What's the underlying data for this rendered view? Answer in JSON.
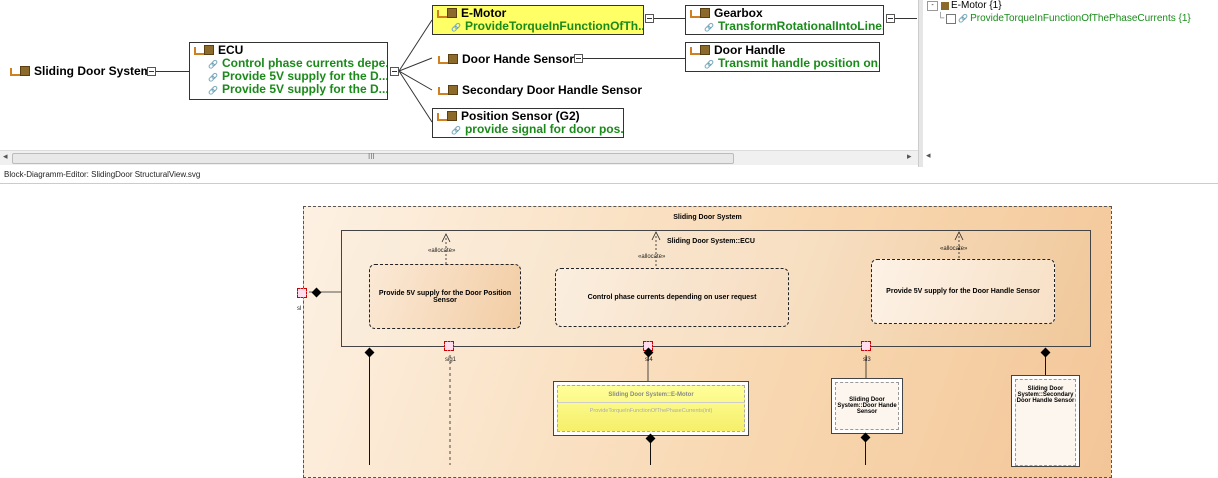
{
  "tree": {
    "root_label": "Sliding Door System",
    "ecu": {
      "title": "ECU",
      "functions": [
        "Control phase currents depe...",
        "Provide 5V supply for the D...",
        "Provide 5V supply for the D..."
      ]
    },
    "emotor": {
      "title": "E-Motor",
      "function": "ProvideTorqueInFunctionOfTh..."
    },
    "gearbox": {
      "title": "Gearbox",
      "function": "TransformRotationalIntoLine..."
    },
    "door_hande_sensor": "Door Hande Sensor",
    "door_handle": {
      "title": "Door Handle",
      "function": "Transmit handle position on..."
    },
    "secondary_sensor": "Secondary Door Handle Sensor",
    "position_sensor": {
      "title": "Position Sensor (G2)",
      "function": "provide signal for door pos..."
    }
  },
  "right_panel": {
    "item": "E-Motor {1}",
    "child": "ProvideTorqueInFunctionOfThePhaseCurrents {1}"
  },
  "scrollbar": {
    "mid_label": "III"
  },
  "editor_title": "Block-Diagramm-Editor: SlidingDoor StructuralView.svg",
  "diagram": {
    "outer_title": "Sliding Door System",
    "ecu_title": "Sliding Door System::ECU",
    "allocate": "«allocate»",
    "box1": "Provide 5V supply for the Door Position Sensor",
    "box2": "Control phase currents depending on user request",
    "box3": "Provide 5V supply for the Door Handle Sensor",
    "emotor_title": "Sliding Door System::E-Motor",
    "emotor_fn": "ProvideTorqueInFunctionOfThePhaseCurrents(int)",
    "door_hande": "Sliding Door System::Door Hande Sensor",
    "secondary": "Sliding Door System::Secondary Door Handle Sensor",
    "port_sig1": "sig1",
    "port_sl4": "sl4",
    "port_sl3": "sl3",
    "port_sl": "sl"
  }
}
